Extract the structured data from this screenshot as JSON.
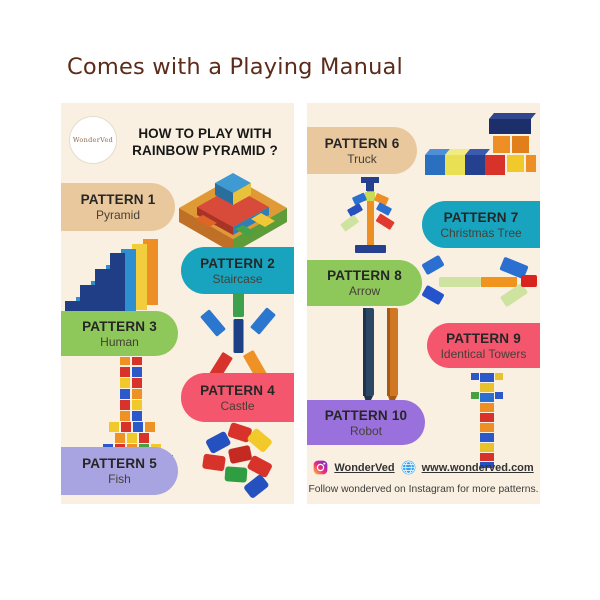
{
  "title": "Comes with a Playing Manual",
  "brand": {
    "logo_text": "WonderVed"
  },
  "manual": {
    "heading_line1": "HOW TO PLAY WITH",
    "heading_line2": "RAINBOW PYRAMID ?"
  },
  "patterns": [
    {
      "label": "PATTERN 1",
      "name": "Pyramid",
      "color": "#eac89e"
    },
    {
      "label": "PATTERN 2",
      "name": "Staircase",
      "color": "#18a4bf"
    },
    {
      "label": "PATTERN 3",
      "name": "Human",
      "color": "#8ec75a"
    },
    {
      "label": "PATTERN 4",
      "name": "Castle",
      "color": "#f4566d"
    },
    {
      "label": "PATTERN 5",
      "name": "Fish",
      "color": "#a8a3e1"
    },
    {
      "label": "PATTERN 6",
      "name": "Truck",
      "color": "#eac89e"
    },
    {
      "label": "PATTERN 7",
      "name": "Christmas Tree",
      "color": "#18a4bf"
    },
    {
      "label": "PATTERN 8",
      "name": "Arrow",
      "color": "#8ec75a"
    },
    {
      "label": "PATTERN 9",
      "name": "Identical Towers",
      "color": "#f4566d"
    },
    {
      "label": "PATTERN 10",
      "name": "Robot",
      "color": "#9a70dc"
    }
  ],
  "footer": {
    "instagram_handle": "WonderVed",
    "website": "www.wonderved.com",
    "note": "Follow wonderved on Instagram for more patterns."
  },
  "icons": {
    "instagram": "instagram-icon",
    "website": "globe-icon"
  },
  "colors": {
    "page_bg": "#ffffff",
    "panel_bg": "#f9f0e1",
    "title_text": "#5d2b1a",
    "pill_label_text": "#262626",
    "tan": "#eac89e",
    "teal": "#18a4bf",
    "green": "#8ec75a",
    "pink": "#f4566d",
    "lavender": "#a8a3e1",
    "purple": "#9a70dc"
  }
}
